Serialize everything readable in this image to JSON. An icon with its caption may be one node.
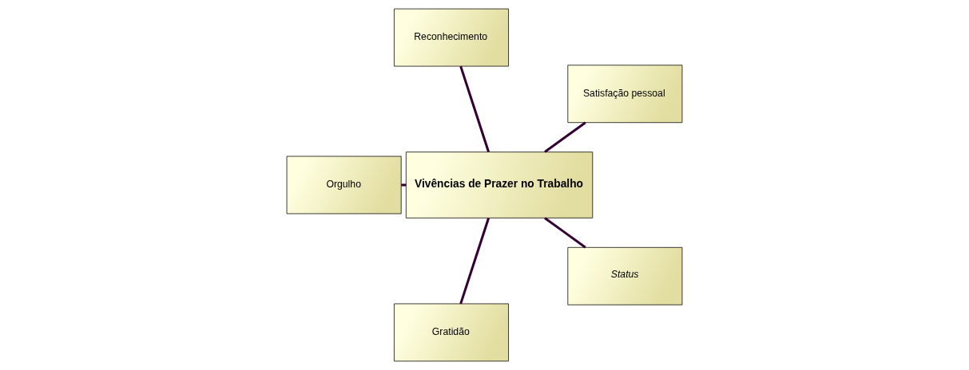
{
  "diagram": {
    "nodes": [
      {
        "text": [
          "Satisfação pessoal"
        ]
      },
      {
        "text": [
          "Reconhecimento"
        ]
      },
      {
        "text": [
          "Vivências de Prazer no Trabalho"
        ]
      },
      {
        "text": [
          "Orgulho"
        ]
      },
      {
        "text": [
          "Gratidão"
        ]
      },
      {
        "text": [
          "Status"
        ]
      }
    ],
    "edges": [
      {
        "from": 2,
        "to": 0,
        "arrow": "none"
      },
      {
        "from": 2,
        "to": 1,
        "arrow": "none"
      },
      {
        "from": 2,
        "to": 3,
        "arrow": "none"
      },
      {
        "from": 2,
        "to": 4,
        "arrow": "none"
      },
      {
        "from": 2,
        "to": 5,
        "arrow": "none"
      }
    ]
  }
}
